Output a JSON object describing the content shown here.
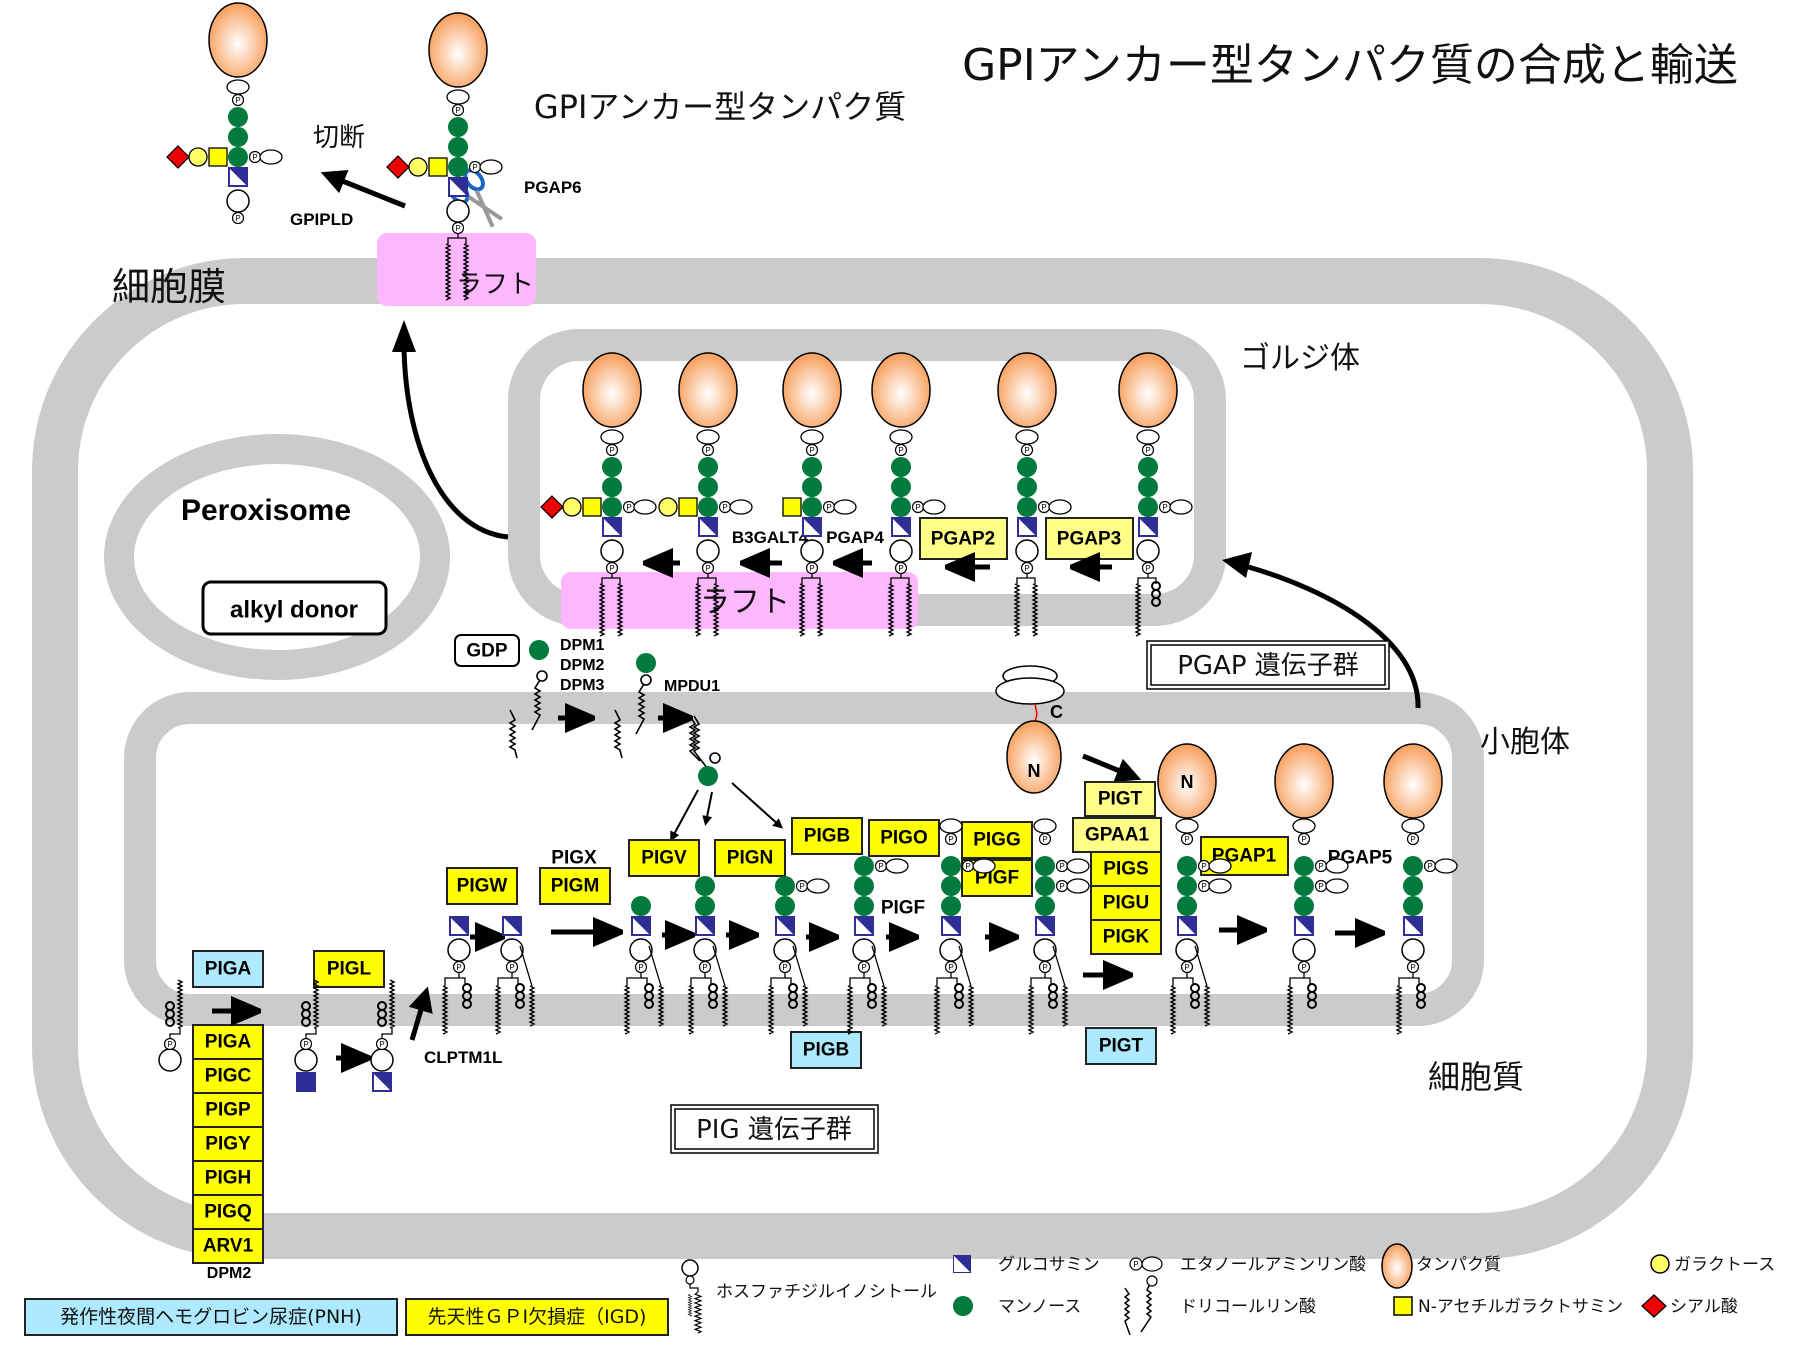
{
  "title": "GPIアンカー型タンパク質の合成と輸送",
  "subtitle": "GPIアンカー型タンパク質",
  "labels": {
    "cleavage": "切断",
    "gpipld": "GPIPLD",
    "pgap6": "PGAP6",
    "plasma_membrane": "細胞膜",
    "raft": "ラフト",
    "golgi": "ゴルジ体",
    "er": "小胞体",
    "cytoplasm": "細胞質",
    "peroxisome": "Peroxisome",
    "alkyl_donor": "alkyl donor",
    "gdp": "GDP",
    "dpm1": "DPM1",
    "dpm2": "DPM2",
    "dpm3": "DPM3",
    "mpdu1": "MPDU1",
    "clptm1l": "CLPTM1L",
    "pigx": "PIGX",
    "pigf_label": "PIGF",
    "pgap5": "PGAP5",
    "b3galt4": "B3GALT4",
    "pgap4": "PGAP4",
    "dpm2_bottom": "DPM2",
    "n_term": "N",
    "c_term": "C",
    "pgap_group": "PGAP 遺伝子群",
    "pig_group": "PIG 遺伝子群"
  },
  "golgi_genes": [
    "PGAP2",
    "PGAP3"
  ],
  "er_genes": {
    "piga_blue": "PIGA",
    "pigl": "PIGL",
    "complex_stack": [
      "PIGA",
      "PIGC",
      "PIGP",
      "PIGY",
      "PIGH",
      "PIGQ",
      "ARV1"
    ],
    "pigw": "PIGW",
    "pigm": "PIGM",
    "pigv": "PIGV",
    "pign": "PIGN",
    "pigb": "PIGB",
    "pigo": "PIGO",
    "pigg": "PIGG",
    "pigf": "PIGF",
    "transamidase_stack": [
      "PIGT",
      "GPAA1",
      "PIGS",
      "PIGU",
      "PIGK"
    ],
    "pgap1": "PGAP1",
    "pigb_blue": "PIGB",
    "pigt_blue": "PIGT"
  },
  "legend": {
    "pnh": "発作性夜間ヘモグロビン尿症(PNH)",
    "igd": "先天性ＧＰI欠損症（IGD)",
    "pi": "ホスファチジルイノシトール",
    "glcn": "グルコサミン",
    "man": "マンノース",
    "etnp": "エタノールアミンリン酸",
    "dolp": "ドリコールリン酸",
    "protein": "タンパク質",
    "galnac": "N-アセチルガラクトサミン",
    "gal": "ガラクトース",
    "sia": "シアル酸"
  },
  "colors": {
    "membrane": "#cbcbcb",
    "raft": "#ffb8ff",
    "mannose": "#007a3d",
    "glucosamine": "#2e2e96",
    "yellow_gene": "#ffff00",
    "pnh_blue": "#aeeaff",
    "sialic": "#ee0000",
    "galactose": "#ffff66"
  }
}
